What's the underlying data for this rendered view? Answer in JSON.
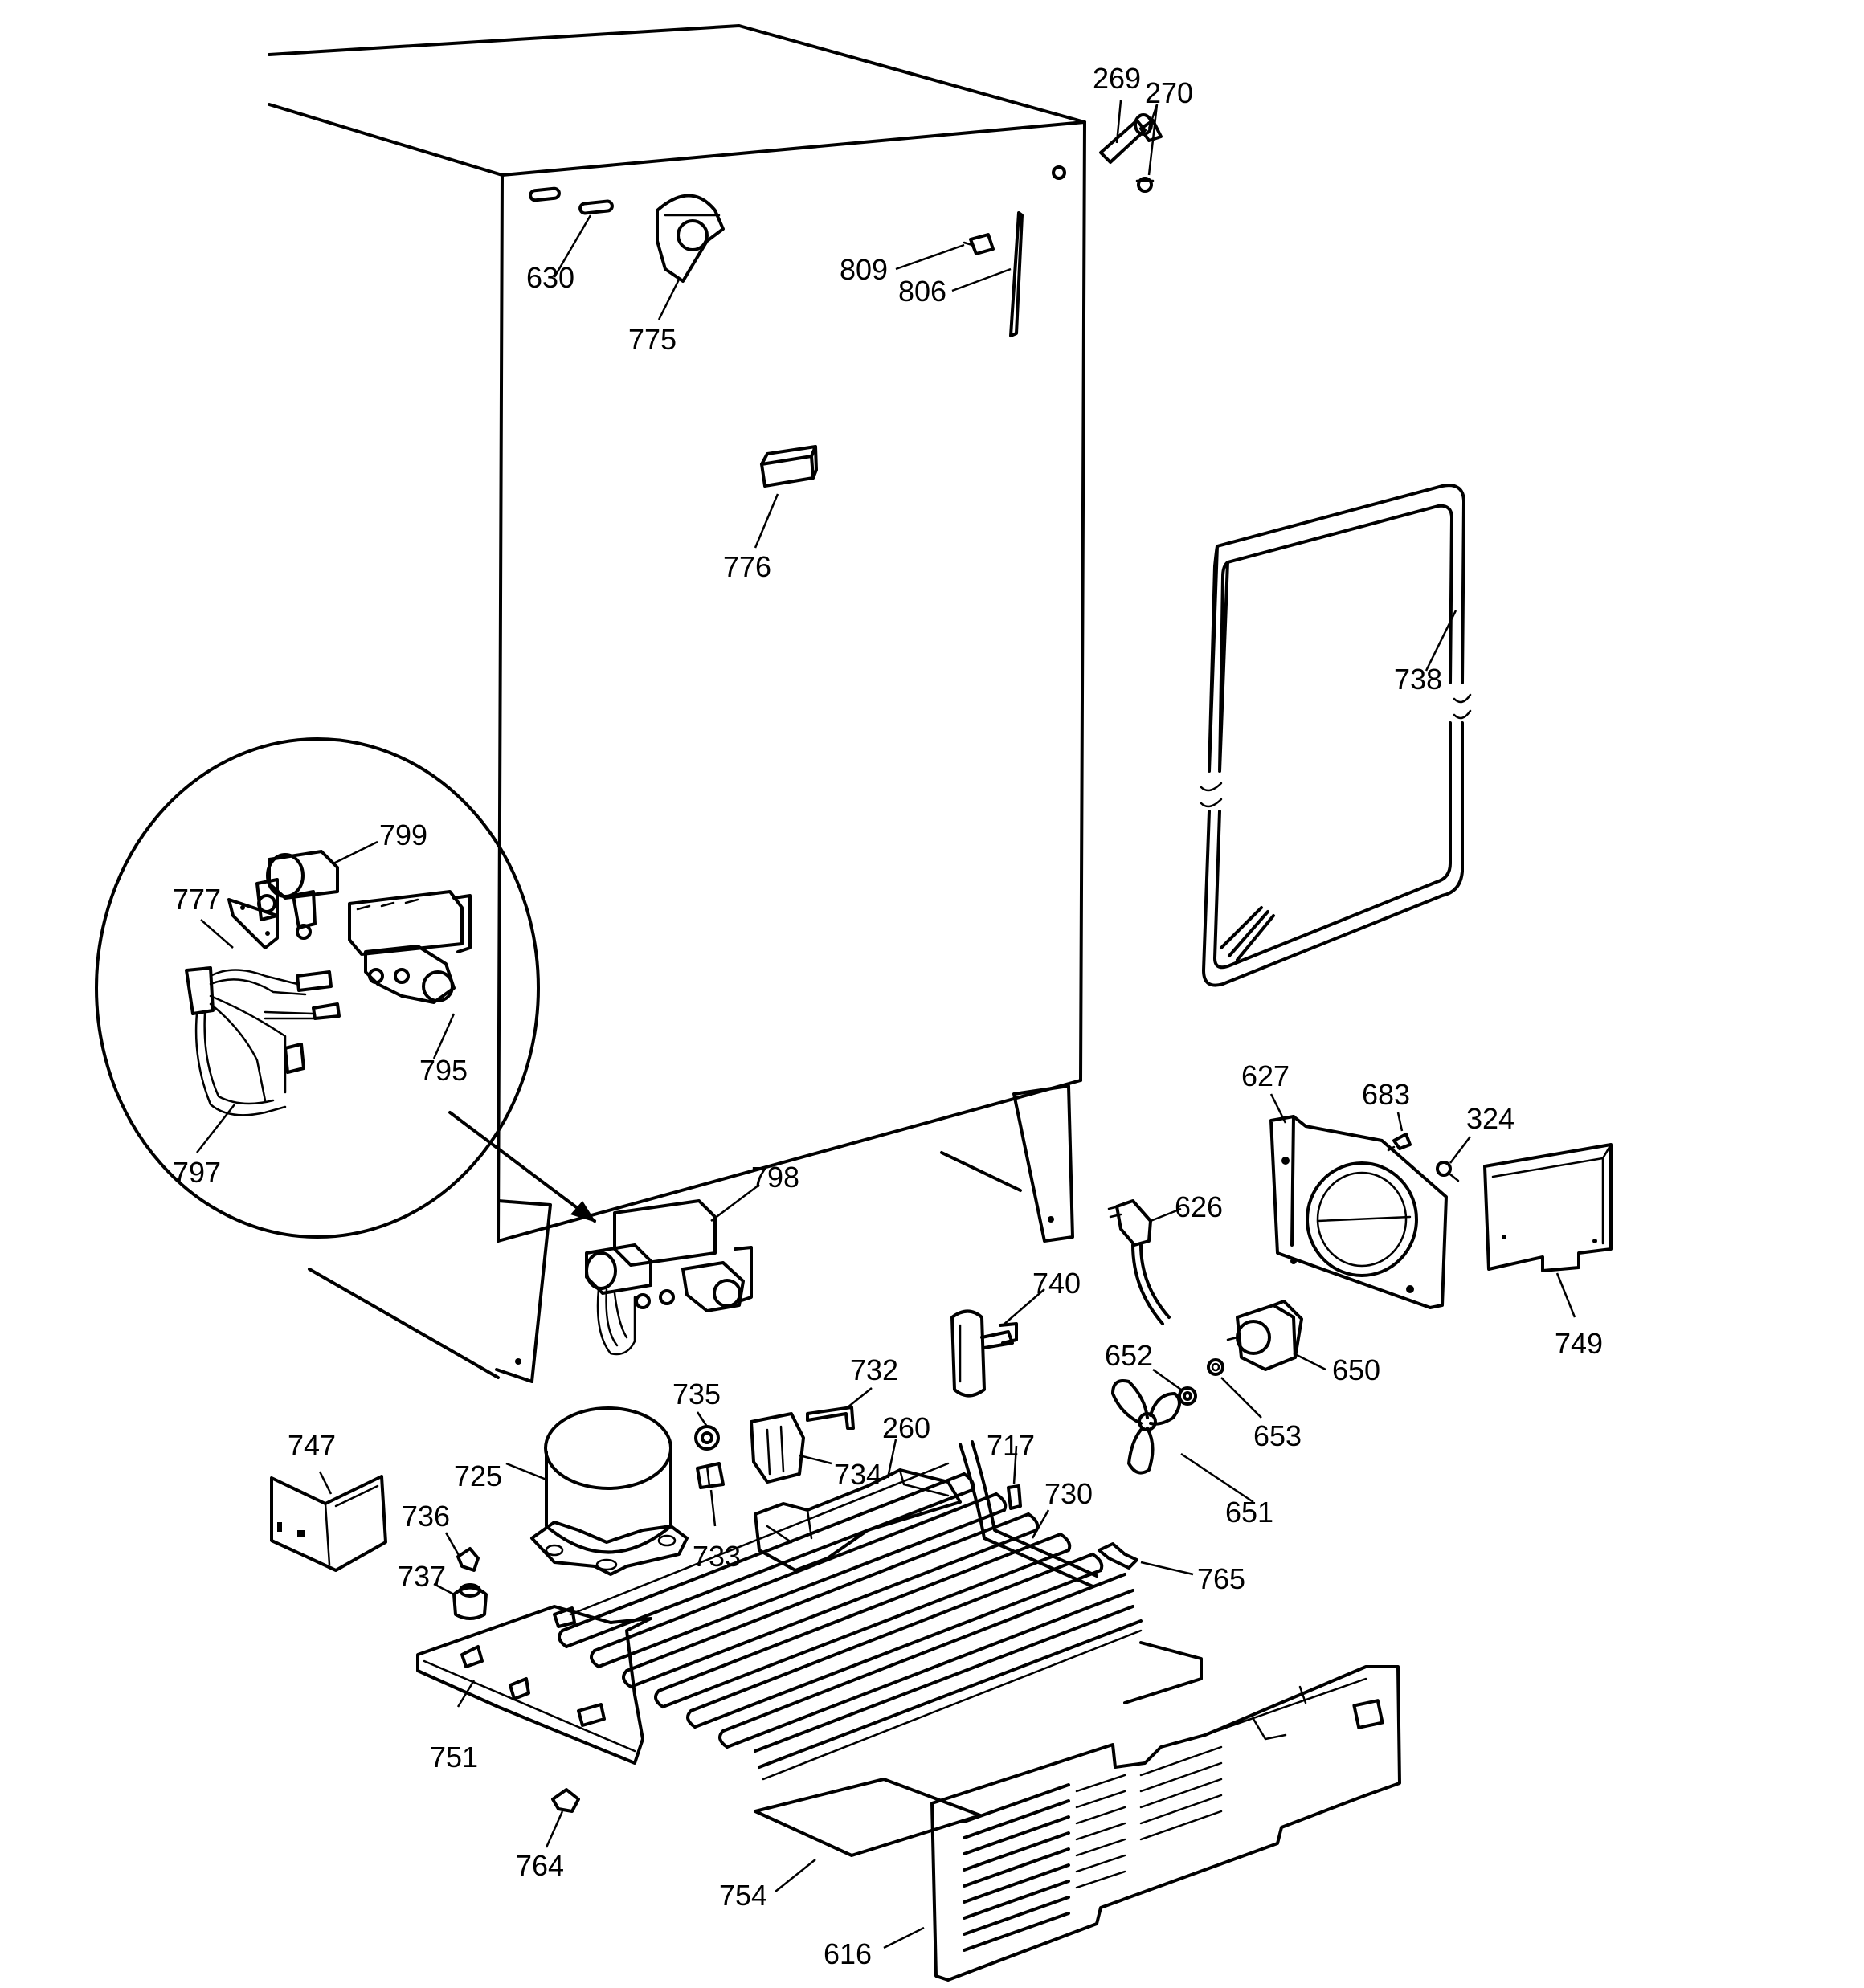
{
  "diagram": {
    "callouts": [
      {
        "id": "c269",
        "label": "269"
      },
      {
        "id": "c270",
        "label": "270"
      },
      {
        "id": "c630",
        "label": "630"
      },
      {
        "id": "c775",
        "label": "775"
      },
      {
        "id": "c809",
        "label": "809"
      },
      {
        "id": "c806",
        "label": "806"
      },
      {
        "id": "c776",
        "label": "776"
      },
      {
        "id": "c738",
        "label": "738"
      },
      {
        "id": "c799",
        "label": "799"
      },
      {
        "id": "c777",
        "label": "777"
      },
      {
        "id": "c795",
        "label": "795"
      },
      {
        "id": "c797",
        "label": "797"
      },
      {
        "id": "c798",
        "label": "798"
      },
      {
        "id": "c627",
        "label": "627"
      },
      {
        "id": "c683",
        "label": "683"
      },
      {
        "id": "c324",
        "label": "324"
      },
      {
        "id": "c626",
        "label": "626"
      },
      {
        "id": "c749",
        "label": "749"
      },
      {
        "id": "c740",
        "label": "740"
      },
      {
        "id": "c732",
        "label": "732"
      },
      {
        "id": "c735",
        "label": "735"
      },
      {
        "id": "c652",
        "label": "652"
      },
      {
        "id": "c650",
        "label": "650"
      },
      {
        "id": "c653",
        "label": "653"
      },
      {
        "id": "c747",
        "label": "747"
      },
      {
        "id": "c725",
        "label": "725"
      },
      {
        "id": "c734",
        "label": "734"
      },
      {
        "id": "c260",
        "label": "260"
      },
      {
        "id": "c717",
        "label": "717"
      },
      {
        "id": "c651",
        "label": "651"
      },
      {
        "id": "c736",
        "label": "736"
      },
      {
        "id": "c733",
        "label": "733"
      },
      {
        "id": "c730",
        "label": "730"
      },
      {
        "id": "c737",
        "label": "737"
      },
      {
        "id": "c765",
        "label": "765"
      },
      {
        "id": "c751",
        "label": "751"
      },
      {
        "id": "c764",
        "label": "764"
      },
      {
        "id": "c754",
        "label": "754"
      },
      {
        "id": "c616",
        "label": "616"
      }
    ]
  }
}
